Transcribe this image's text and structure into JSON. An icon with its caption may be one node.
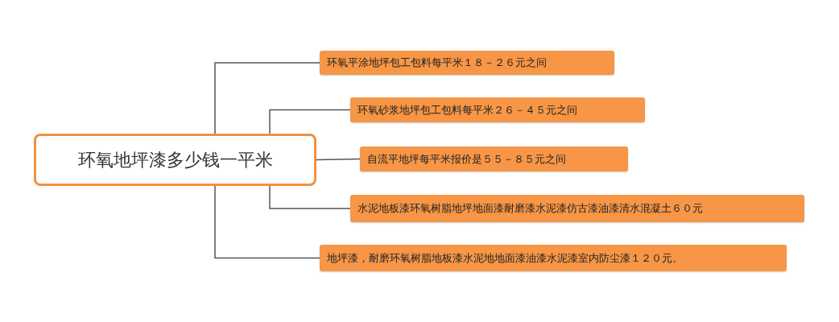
{
  "diagram": {
    "nodes": [
      {
        "text": [
          "环氧地坪漆多少钱一平米"
        ]
      },
      {
        "text": [
          "环氧平涂地坪包工包料每平米１８－２６元之间"
        ]
      },
      {
        "text": [
          "环氧砂浆地坪包工包料每平米２６－４５元之间"
        ]
      },
      {
        "text": [
          "自流平地坪每平米报价是５５－８５元之间"
        ]
      },
      {
        "text": [
          "水泥地板漆环氧树脂地坪地面漆耐磨漆水泥漆仿古漆油漆清水混凝土６０元"
        ]
      },
      {
        "text": [
          "地坪漆，耐磨环氧树脂地板漆水泥地地面漆油漆水泥漆室内防尘漆１２０元。"
        ]
      }
    ],
    "edges": [
      {
        "from": 0,
        "to": 1,
        "arrow": "none"
      },
      {
        "from": 0,
        "to": 2,
        "arrow": "none"
      },
      {
        "from": 0,
        "to": 3,
        "arrow": "none"
      },
      {
        "from": 0,
        "to": 4,
        "arrow": "none"
      },
      {
        "from": 0,
        "to": 5,
        "arrow": "none"
      }
    ]
  }
}
